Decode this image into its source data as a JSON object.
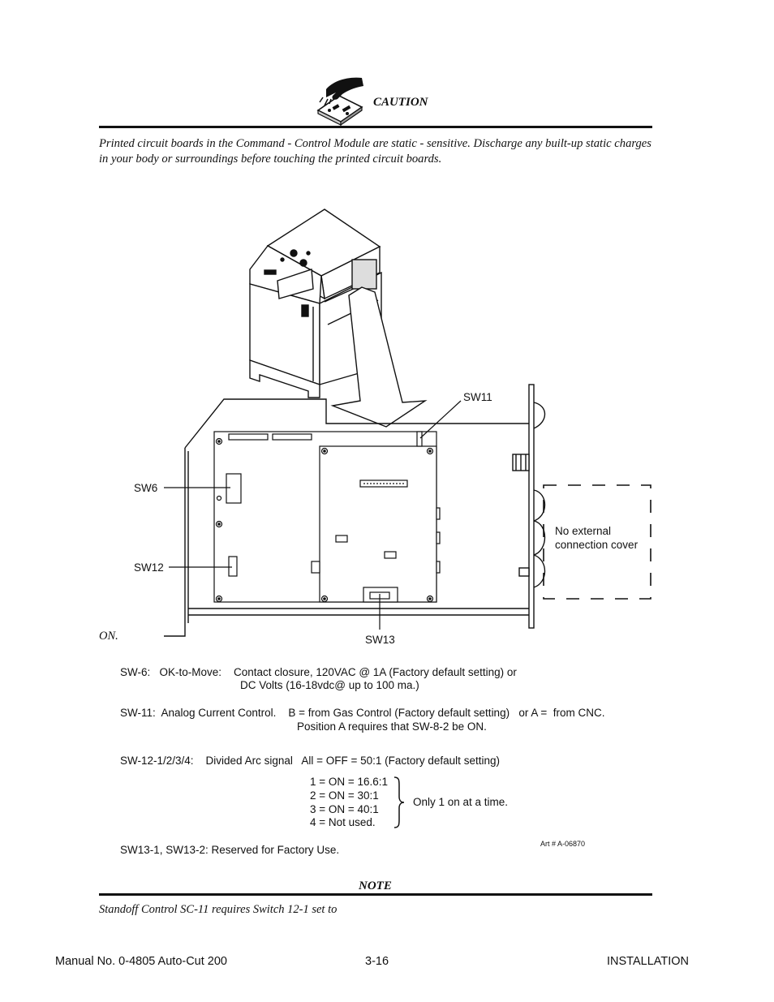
{
  "caution": {
    "icon": "static-sensitive-hand-icon",
    "label": "CAUTION",
    "text": "Printed circuit boards in the Command - Control Module are static - sensitive.  Discharge any built-up static charges in your body or surroundings before touching the printed circuit boards."
  },
  "figure": {
    "callouts": {
      "sw11": "SW11",
      "sw6": "SW6",
      "sw12": "SW12",
      "sw13": "SW13",
      "cover_line1": "No external",
      "cover_line2": "connection cover",
      "stray": "ON."
    },
    "art_number": "Art # A-06870"
  },
  "switch_notes": {
    "sw6_line1": "SW-6:   OK-to-Move:    Contact closure, 120VAC @ 1A (Factory default setting) or",
    "sw6_line2": "DC Volts (16-18vdc@ up to 100 ma.)",
    "sw11_line1": "SW-11:  Analog Current Control.    B = from Gas Control (Factory default setting)   or A =  from CNC.",
    "sw11_line2": "Position A requires that SW-8-2 be ON.",
    "sw12_line1": "SW-12-1/2/3/4:    Divided Arc signal   All = OFF = 50:1 (Factory default setting)",
    "sw12_options": [
      "1 = ON = 16.6:1",
      "2 = ON = 30:1",
      "3 = ON = 40:1",
      "4 = Not used."
    ],
    "sw12_brace_note": "Only 1 on at a time.",
    "sw13": "SW13-1, SW13-2: Reserved for Factory Use."
  },
  "note": {
    "label": "NOTE",
    "text": "Standoff  Control SC-11 requires Switch 12-1 set to"
  },
  "footer": {
    "manual": "Manual No. 0-4805 Auto-Cut  200",
    "page": "3-16",
    "section": "INSTALLATION"
  }
}
